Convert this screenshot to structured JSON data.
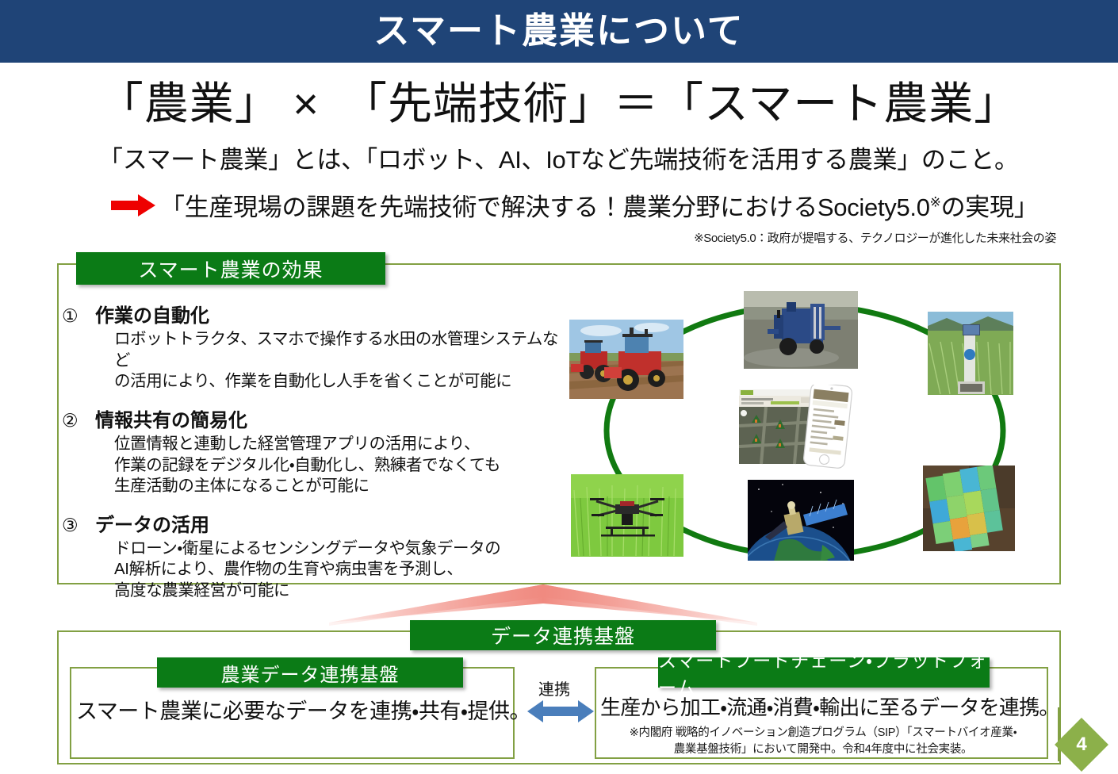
{
  "slide": {
    "title": "スマート農業について",
    "page_number": "4",
    "title_bar_color": "#1f4477",
    "accent_green": "#0b7b16",
    "border_green": "#82a043",
    "page_badge_color": "#8cb04a",
    "red_arrow_color": "#ee0000",
    "blue_arrow_color": "#4a7ebb"
  },
  "header": {
    "equation": "「農業」 ×　「先端技術」＝「スマート農業」",
    "lead_1": "「スマート農業」とは、「ロボット、AI、IoTなど先端技術を活用する農業」のこと。",
    "lead_2": "「生産現場の課題を先端技術で解決する！農業分野におけるSociety5.0",
    "lead_2_mark": "※",
    "lead_2_tail": "の実現」",
    "note": "※Society5.0：政府が提唱する、テクノロジーが進化した未来社会の姿"
  },
  "effects": {
    "banner": "スマート農業の効果",
    "items": [
      {
        "number": "①",
        "title": "作業の自動化",
        "desc": "ロボットトラクタ、スマホで操作する水田の水管理システムなど\nの活用により、作業を自動化し人手を省くことが可能に"
      },
      {
        "number": "②",
        "title": "情報共有の簡易化",
        "desc": "位置情報と連動した経営管理アプリの活用により、\n作業の記録をデジタル化・自動化し、熟練者でなくても\n生産活動の主体になることが可能に"
      },
      {
        "number": "③",
        "title": "データの活用",
        "desc": "ドローン・衛星によるセンシングデータや気象データの\nAI解析により、農作物の生育や病虫害を予測し、\n高度な農業経営が可能に"
      }
    ]
  },
  "cycle": {
    "photos": [
      {
        "id": "robot-tractor-photo",
        "caption": "ロボットトラクタ"
      },
      {
        "id": "rice-transplanter-photo",
        "caption": "自動水田作業機"
      },
      {
        "id": "water-management-sensor-photo",
        "caption": "水田水管理システム"
      },
      {
        "id": "ndvi-field-map-photo",
        "caption": "生育センシングマップ"
      },
      {
        "id": "satellite-photo",
        "caption": "人工衛星"
      },
      {
        "id": "agri-drone-photo",
        "caption": "農業用ドローン"
      },
      {
        "id": "farm-management-app-photo",
        "caption": "経営管理アプリ"
      }
    ]
  },
  "platform": {
    "banner": "データ連携基盤",
    "link_label": "連携",
    "left": {
      "banner": "農業データ連携基盤",
      "body": "スマート農業に必要なデータを連携・共有・提供。"
    },
    "right": {
      "banner": "スマートフードチェーン・プラットフォーム",
      "body": "生産から加工・流通・消費・輸出に至るデータを連携。",
      "note": "※内閣府 戦略的イノベーション創造プログラム（SIP）「スマートバイオ産業・\n農業基盤技術」において開発中。令和4年度中に社会実装。"
    }
  }
}
